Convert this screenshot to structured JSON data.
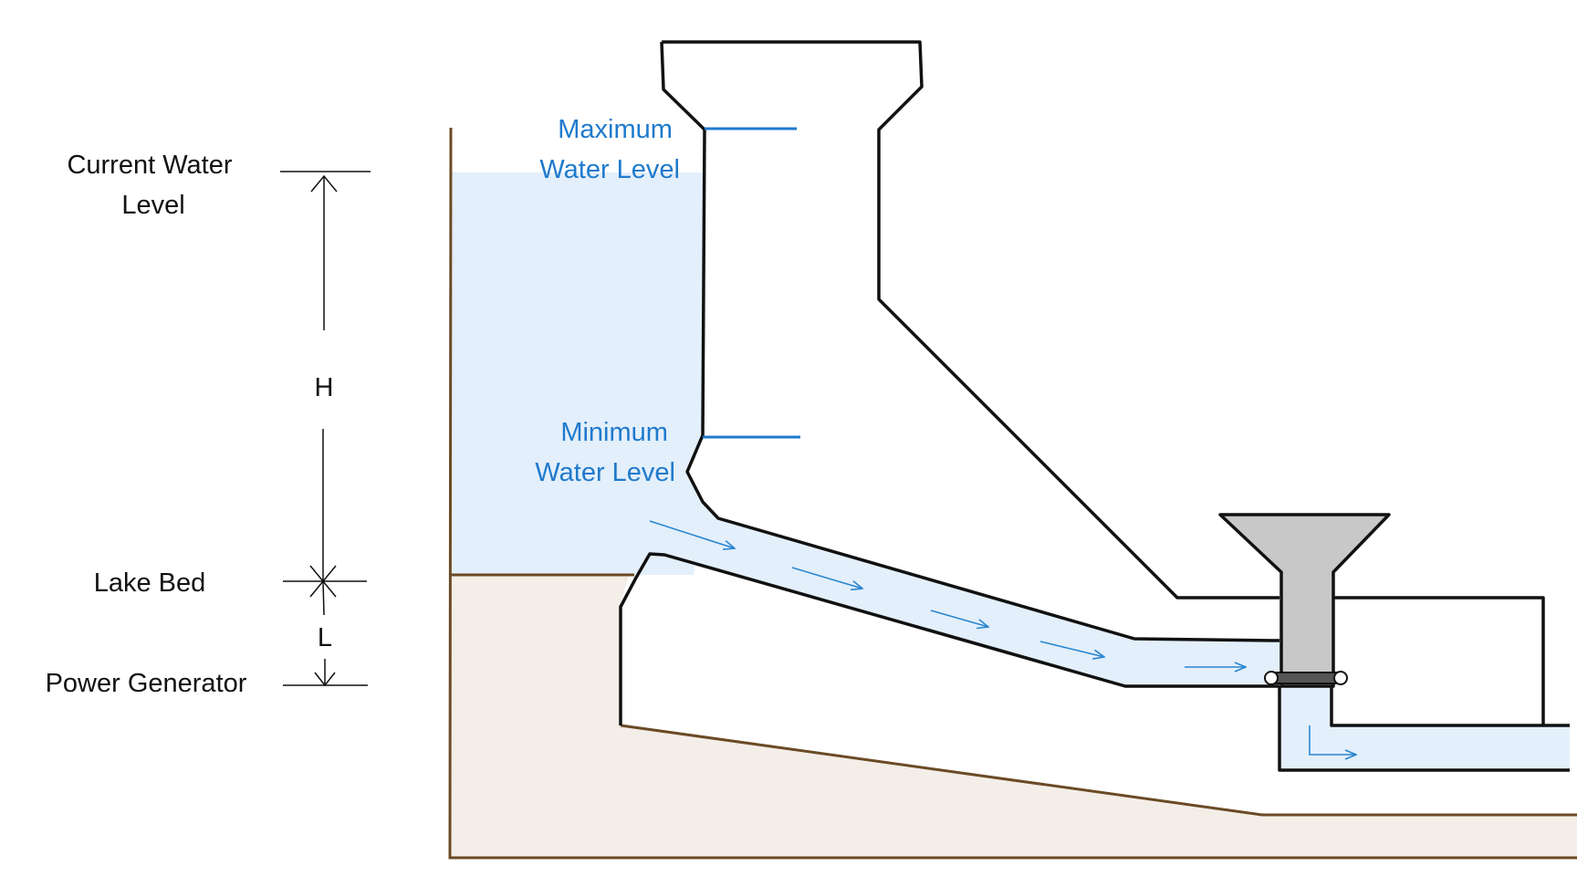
{
  "labels": {
    "current_water_level": [
      "Current Water",
      "Level"
    ],
    "lake_bed": "Lake Bed",
    "power_generator": "Power Generator",
    "h": "H",
    "l": "L",
    "maximum_water_level": [
      "Maximum",
      "Water Level"
    ],
    "minimum_water_level": [
      "Minimum",
      "Water Level"
    ]
  },
  "colors": {
    "water": "#e3effb",
    "ground": "#f3eee8",
    "ground_line": "#6b4a25",
    "outline": "#111111",
    "level_text": "#1f7acc",
    "flow_arrow": "#2a86cf",
    "turbine_fill": "#c8c8c8",
    "turbine_dark": "#555555"
  }
}
